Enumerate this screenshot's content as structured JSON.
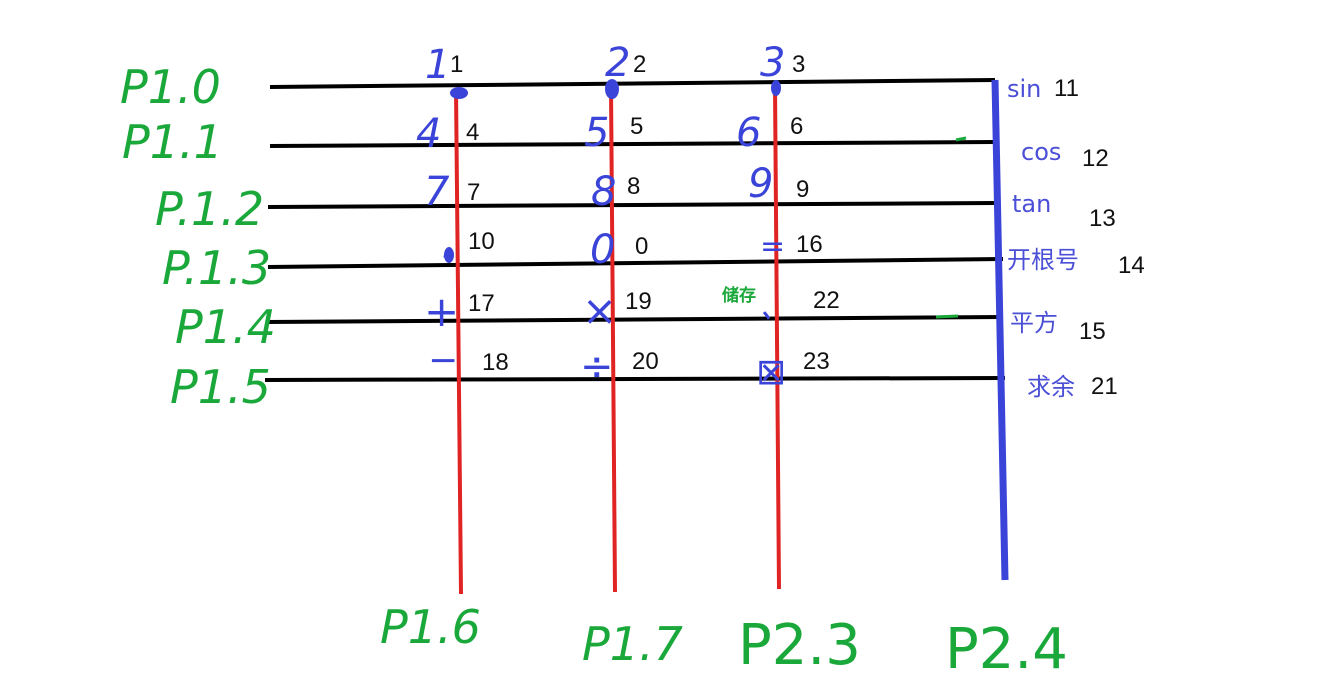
{
  "row_pins": [
    "P1.0",
    "P1.1",
    "P.1.2",
    "P.1.3",
    "P1.4",
    "P1.5"
  ],
  "col_pins": [
    "P1.6",
    "P1.7",
    "P2.3",
    "P2.4"
  ],
  "keys": [
    {
      "glyph": "1",
      "code": "1"
    },
    {
      "glyph": "2",
      "code": "2"
    },
    {
      "glyph": "3",
      "code": "3"
    },
    {
      "glyph": "4",
      "code": "4"
    },
    {
      "glyph": "5",
      "code": "5"
    },
    {
      "glyph": "6",
      "code": "6"
    },
    {
      "glyph": "7",
      "code": "7"
    },
    {
      "glyph": "8",
      "code": "8"
    },
    {
      "glyph": "9",
      "code": "9"
    },
    {
      "glyph": "·",
      "code": "10"
    },
    {
      "glyph": "0",
      "code": "0"
    },
    {
      "glyph": "=",
      "code": "16"
    },
    {
      "glyph": "+",
      "code": "17"
    },
    {
      "glyph": "×",
      "code": "19"
    },
    {
      "glyph": "、",
      "code": "22"
    },
    {
      "glyph": "−",
      "code": "18"
    },
    {
      "glyph": "÷",
      "code": "20"
    },
    {
      "glyph": "⊠",
      "code": "23"
    }
  ],
  "store_label": "储存",
  "functions": [
    {
      "label": "sin",
      "code": "11"
    },
    {
      "label": "cos",
      "code": "12"
    },
    {
      "label": "tan",
      "code": "13"
    },
    {
      "label": "开根号",
      "code": "14"
    },
    {
      "label": "平方",
      "code": "15"
    },
    {
      "label": "求余",
      "code": "21"
    }
  ],
  "colors": {
    "row_line": "#000000",
    "column_line": "#e02424",
    "function_line": "#3b44d8",
    "pin_label": "#1aa83a",
    "function_label": "#4a4fd6",
    "code_label": "#111111"
  }
}
